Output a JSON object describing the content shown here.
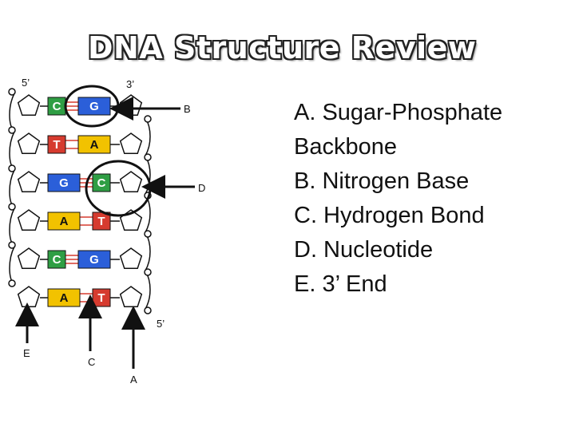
{
  "title": "DNA Structure Review",
  "diagram": {
    "strand_labels": {
      "five_prime_top": "5’",
      "three_prime_top": "3’",
      "five_prime_bottom": "5’"
    },
    "pointer_labels": {
      "B": "B",
      "C": "C",
      "D": "D",
      "E": "E",
      "A": "A"
    },
    "base_pairs": [
      {
        "left": "C",
        "right": "G"
      },
      {
        "left": "T",
        "right": "A"
      },
      {
        "left": "G",
        "right": "C"
      },
      {
        "left": "A",
        "right": "T"
      },
      {
        "left": "C",
        "right": "G"
      },
      {
        "left": "A",
        "right": "T"
      }
    ],
    "base_colors": {
      "C": "#2f9e44",
      "G": "#2b5fd9",
      "T": "#d63b2f",
      "A": "#f2c200"
    }
  },
  "answers": [
    "A. Sugar-Phosphate",
    "Backbone",
    "B. Nitrogen Base",
    "C. Hydrogen Bond",
    "D. Nucleotide",
    "E. 3’ End"
  ]
}
